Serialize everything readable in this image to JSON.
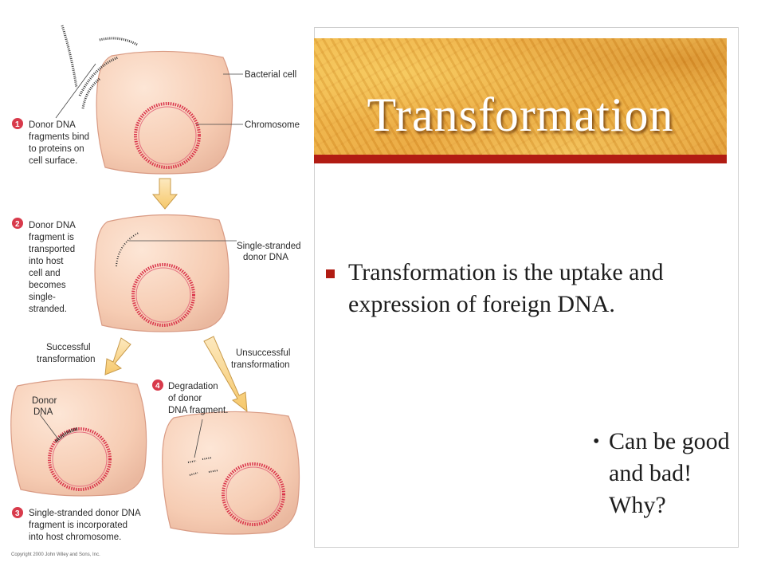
{
  "slide": {
    "title": "Transformation",
    "bullet_main": "Transformation is the uptake and expression of foreign DNA.",
    "bullet_sub": "Can be good and bad! Why?"
  },
  "diagram": {
    "labels": {
      "bacterial_cell": "Bacterial cell",
      "chromosome": "Chromosome",
      "single_stranded_donor_1": "Single-stranded",
      "single_stranded_donor_2": "donor DNA",
      "successful_1": "Successful",
      "successful_2": "transformation",
      "unsuccessful_1": "Unsuccessful",
      "unsuccessful_2": "transformation",
      "donor_dna_1": "Donor",
      "donor_dna_2": "DNA"
    },
    "steps": [
      {
        "number": "1",
        "lines": [
          "Donor DNA",
          "fragments bind",
          "to proteins on",
          "cell surface."
        ]
      },
      {
        "number": "2",
        "lines": [
          "Donor DNA",
          "fragment is",
          "transported",
          "into host",
          "cell and",
          "becomes",
          "single-",
          "stranded."
        ]
      },
      {
        "number": "3",
        "lines": [
          "Single-stranded donor DNA",
          "fragment is incorporated",
          "into host chromosome."
        ]
      },
      {
        "number": "4",
        "lines": [
          "Degradation",
          "of donor",
          "DNA fragment."
        ]
      }
    ],
    "copyright": "Copyright 2000 John Wiley and Sons, Inc."
  },
  "colors": {
    "cell_fill": "#f8d2b8",
    "chromosome": "#d9334a",
    "accent_red": "#b11c13",
    "banner_gold": "#eeae45",
    "step_badge": "#d83a4b",
    "arrow_fill": "#fcd98c"
  }
}
